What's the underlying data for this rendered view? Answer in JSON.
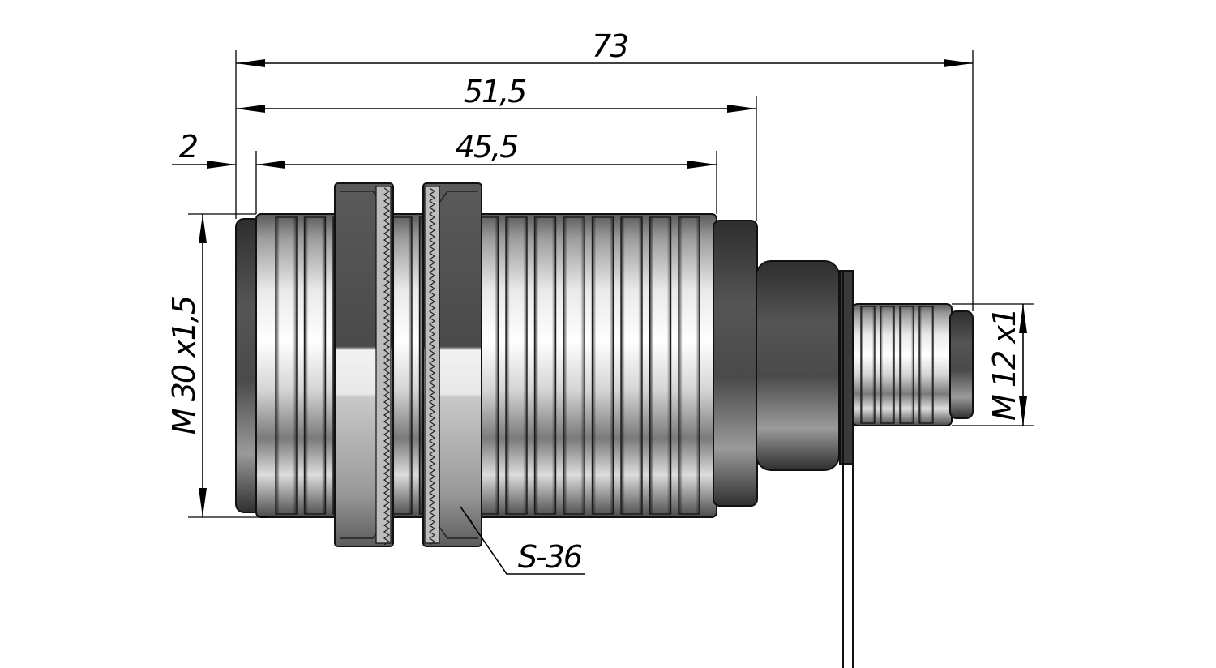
{
  "dimensions": {
    "overall_length": "73",
    "body_length": "51,5",
    "thread_length": "45,5",
    "chamfer": "2",
    "body_thread": "M 30 x1,5",
    "connector_thread": "M 12 x1",
    "nut_size": "S-36"
  },
  "colors": {
    "metal_light": "#f4f4f4",
    "metal_mid": "#9a9a9a",
    "metal_dark": "#3c3c3c",
    "line": "#000000",
    "background": "#ffffff"
  }
}
